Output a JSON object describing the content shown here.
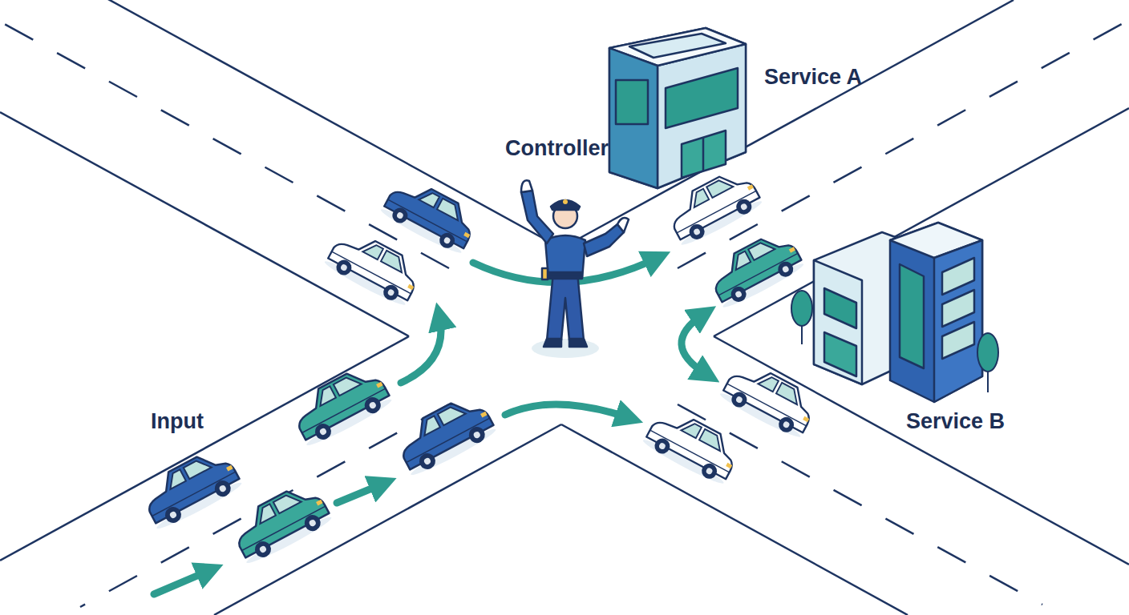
{
  "diagram": {
    "labels": [
      "Service A",
      "Controller",
      "Input",
      "Service B"
    ]
  }
}
